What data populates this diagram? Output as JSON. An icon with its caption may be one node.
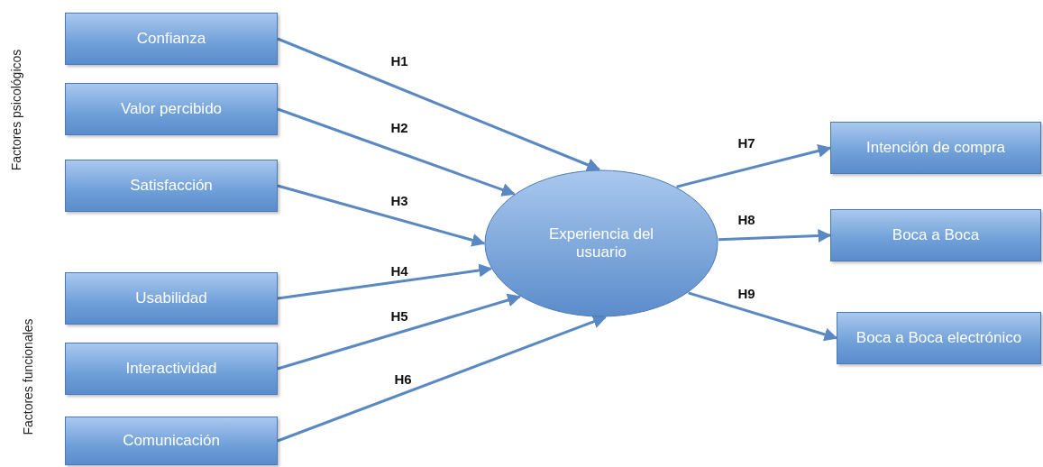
{
  "diagram": {
    "nodes": [
      {
        "text": [
          "Confianza"
        ]
      },
      {
        "text": [
          "Valor percibido"
        ]
      },
      {
        "text": [
          "Satisfacción"
        ]
      },
      {
        "text": [
          "Usabilidad"
        ]
      },
      {
        "text": [
          "Interactividad"
        ]
      },
      {
        "text": [
          "Comunicación"
        ]
      },
      {
        "text": [
          "Experiencia del usuario"
        ]
      },
      {
        "text": [
          "Intención de compra"
        ]
      },
      {
        "text": [
          "Boca a Boca"
        ]
      },
      {
        "text": [
          "Boca a Boca electrónico"
        ]
      }
    ],
    "edges": [
      {
        "from": 0,
        "to": 6,
        "arrow": "to",
        "label": "H1"
      },
      {
        "from": 1,
        "to": 6,
        "arrow": "to",
        "label": "H2"
      },
      {
        "from": 2,
        "to": 6,
        "arrow": "to",
        "label": "H3"
      },
      {
        "from": 3,
        "to": 6,
        "arrow": "to",
        "label": "H4"
      },
      {
        "from": 4,
        "to": 6,
        "arrow": "to",
        "label": "H5"
      },
      {
        "from": 5,
        "to": 6,
        "arrow": "to",
        "label": "H6"
      },
      {
        "from": 6,
        "to": 7,
        "arrow": "to",
        "label": "H7"
      },
      {
        "from": 6,
        "to": 8,
        "arrow": "to",
        "label": "H8"
      },
      {
        "from": 6,
        "to": 9,
        "arrow": "to",
        "label": "H9"
      }
    ],
    "labels": [
      "Factores psicológicos",
      "Factores funcionales"
    ]
  }
}
